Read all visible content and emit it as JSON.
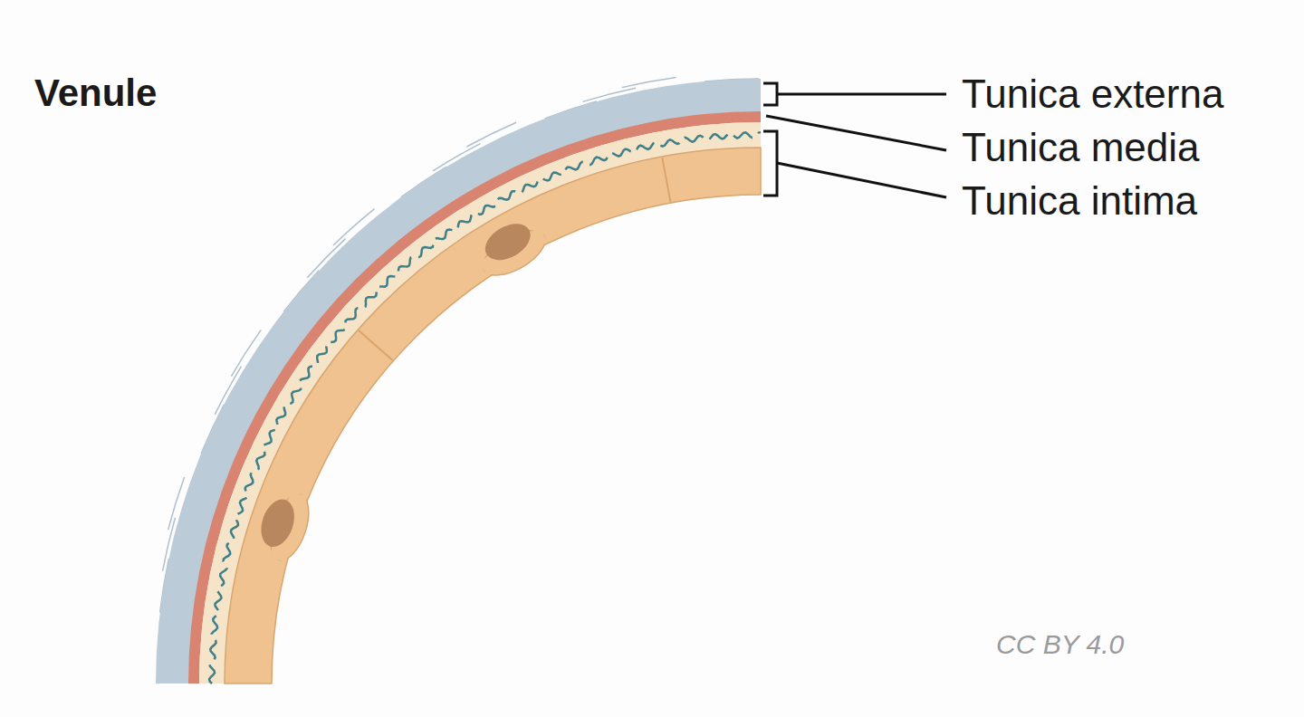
{
  "diagram": {
    "title": "Venule",
    "labels": [
      "Tunica externa",
      "Tunica media",
      "Tunica intima",
      "CC BY 4.0"
    ]
  }
}
